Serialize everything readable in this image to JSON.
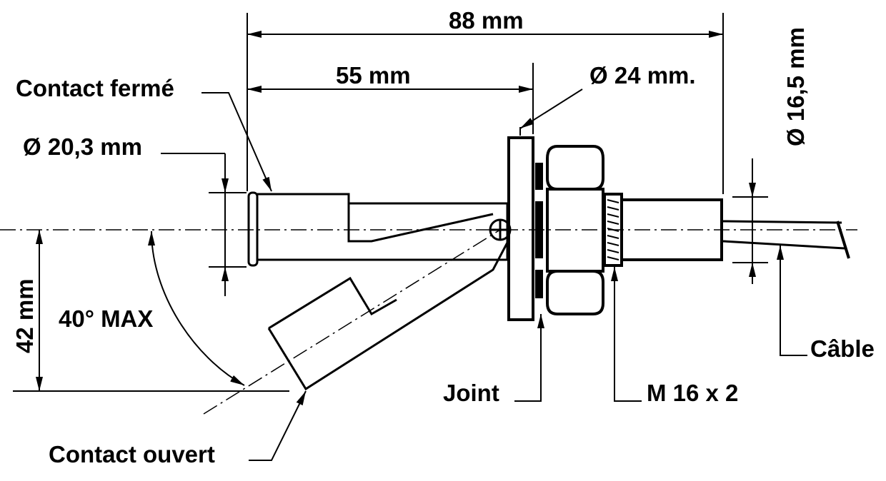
{
  "labels": {
    "length_total": "88 mm",
    "length_float": "55 mm",
    "flange_diameter": "Ø 24 mm.",
    "contact_closed": "Contact fermé",
    "float_diameter": "Ø 20,3 mm",
    "body_diameter": "Ø 16,5 mm",
    "drop": "42 mm",
    "angle": "40° MAX",
    "contact_open": "Contact ouvert",
    "gasket": "Joint",
    "thread": "M 16 x 2",
    "cable": "Câble"
  },
  "colors": {
    "ink": "#000000",
    "background": "#ffffff"
  }
}
